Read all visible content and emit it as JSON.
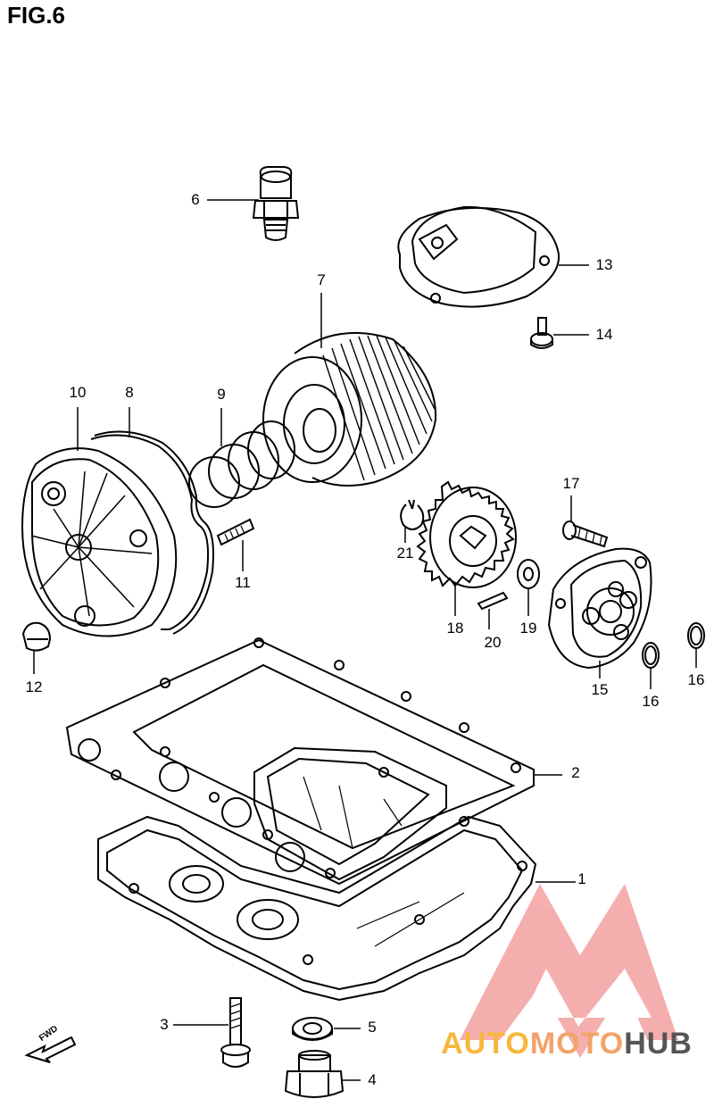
{
  "figure": {
    "title": "FIG.6"
  },
  "callouts": [
    {
      "num": "1"
    },
    {
      "num": "2"
    },
    {
      "num": "3"
    },
    {
      "num": "4"
    },
    {
      "num": "5"
    },
    {
      "num": "6"
    },
    {
      "num": "7"
    },
    {
      "num": "8"
    },
    {
      "num": "9"
    },
    {
      "num": "10"
    },
    {
      "num": "11"
    },
    {
      "num": "12"
    },
    {
      "num": "13"
    },
    {
      "num": "14"
    },
    {
      "num": "15"
    },
    {
      "num": "16"
    },
    {
      "num": "16"
    },
    {
      "num": "17"
    },
    {
      "num": "18"
    },
    {
      "num": "19"
    },
    {
      "num": "20"
    },
    {
      "num": "21"
    }
  ],
  "fwd_arrow": {
    "label": "FWD",
    "icon": "fwd-arrow-icon"
  },
  "watermark": {
    "part1": "AUTO",
    "part2": "MOTO",
    "part3": "HUB",
    "colors": [
      "#f6b73c",
      "#f2a36a",
      "#555555",
      "#f08080"
    ]
  }
}
